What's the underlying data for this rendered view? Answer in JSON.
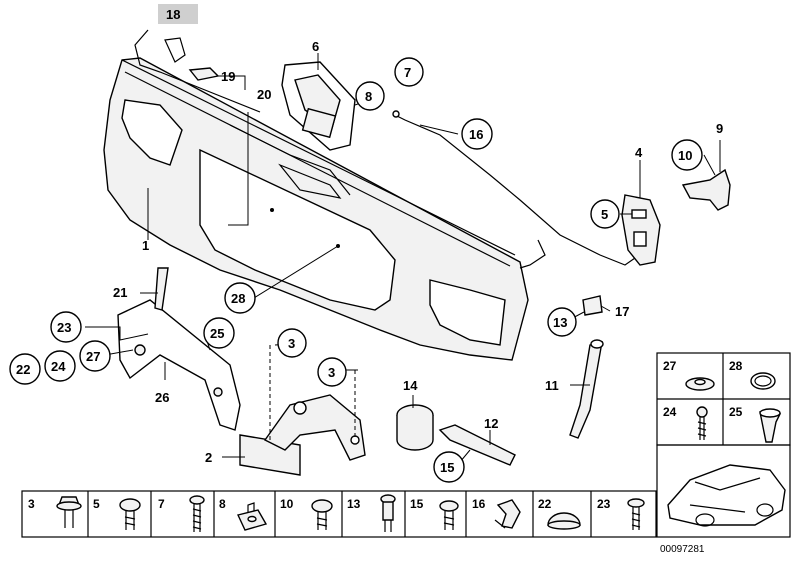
{
  "callouts": {
    "c1": "1",
    "c2": "2",
    "c3a": "3",
    "c3b": "3",
    "c4": "4",
    "c5": "5",
    "c6": "6",
    "c7": "7",
    "c8": "8",
    "c9": "9",
    "c10": "10",
    "c11": "11",
    "c12": "12",
    "c13": "13",
    "c14": "14",
    "c15": "15",
    "c16": "16",
    "c17": "17",
    "c18": "18",
    "c19": "19",
    "c20": "20",
    "c21": "21",
    "c22": "22",
    "c23": "23",
    "c24": "24",
    "c25": "25",
    "c26": "26",
    "c27": "27",
    "c28": "28"
  },
  "bottom_strip": [
    "3",
    "5",
    "7",
    "8",
    "10",
    "13",
    "15",
    "16",
    "22",
    "23"
  ],
  "side_grid": [
    "27",
    "28",
    "24",
    "25"
  ],
  "diagram_code": "00097281"
}
